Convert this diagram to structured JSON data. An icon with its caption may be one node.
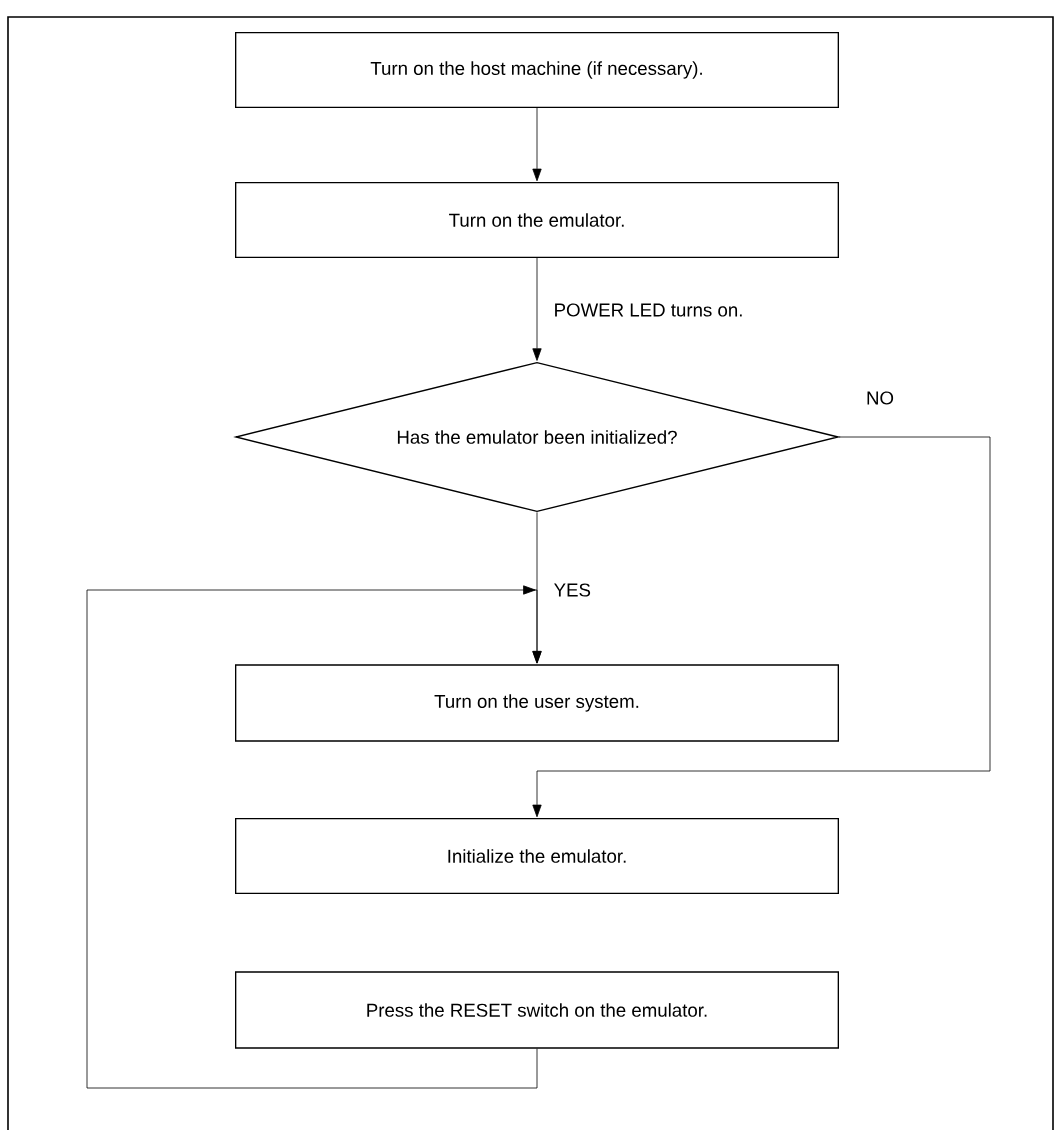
{
  "diagram": {
    "nodes": [
      {
        "text": [
          "Turn on the host machine (if necessary)."
        ]
      },
      {
        "text": [
          "Turn on the emulator."
        ]
      },
      {
        "text": [
          "Has the emulator been initialized?"
        ]
      },
      {
        "text": [
          "Turn on the user system."
        ]
      },
      {
        "text": [
          "Initialize the emulator."
        ]
      },
      {
        "text": [
          "Press the RESET switch on the emulator."
        ]
      }
    ],
    "edges": [
      {
        "from": 0,
        "to": 1,
        "arrow": "to"
      },
      {
        "from": 1,
        "to": 2,
        "arrow": "to",
        "label": "POWER LED turns on."
      },
      {
        "from": 2,
        "to": 3,
        "arrow": "to",
        "label": "YES"
      },
      {
        "from": 2,
        "to": 4,
        "arrow": "to",
        "label": "NO"
      },
      {
        "from": 5,
        "to": 3,
        "arrow": "to"
      }
    ]
  }
}
